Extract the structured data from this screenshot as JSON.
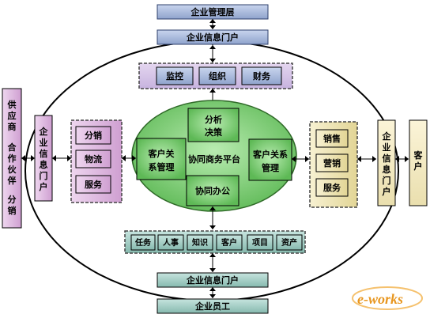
{
  "top": {
    "management": "企业管理层",
    "portal": "企业信息门户"
  },
  "bottom": {
    "portal": "企业信息门户",
    "staff": "企业员工"
  },
  "upper_group": [
    "监控",
    "组织",
    "财务"
  ],
  "left_group": [
    "分销",
    "物流",
    "服务"
  ],
  "right_group": [
    "销售",
    "营销",
    "服务"
  ],
  "lower_group": [
    "任务",
    "人事",
    "知识",
    "客户",
    "项目",
    "资产"
  ],
  "center": {
    "title": "协同商务平台",
    "top_box": [
      "分析",
      "决策"
    ],
    "left_box": [
      "客户关",
      "系管理"
    ],
    "right_box": [
      "客户关系",
      "管理"
    ],
    "bottom_box": "协同办公"
  },
  "left_portal": [
    "企",
    "业",
    "信",
    "息",
    "门",
    "户"
  ],
  "right_portal": [
    "企",
    "业",
    "信",
    "息",
    "门",
    "户"
  ],
  "supplier": [
    "供",
    "应",
    "商",
    "",
    "合",
    "作",
    "伙",
    "伴",
    "",
    "分",
    "销"
  ],
  "customer": [
    "客",
    "户"
  ],
  "logo": "e-works",
  "colors": {
    "blue_box": "#a9b9d9",
    "purple_box": "#dcb6dd",
    "yellow_box": "#efe7b9",
    "teal_box": "#a3ccc4",
    "green_ellipse": "#7dcc73"
  }
}
